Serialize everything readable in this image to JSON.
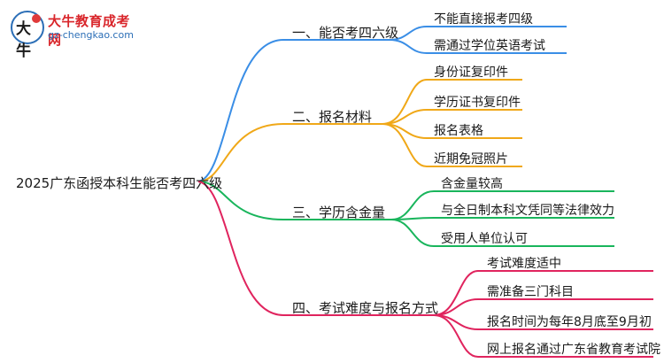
{
  "logo": {
    "name": "大牛教育成考网",
    "url": "gz-chengkao.com",
    "mark_glyph": "大牛"
  },
  "colors": {
    "branch1": "#3a8ee6",
    "branch2": "#f0a818",
    "branch3": "#19b55c",
    "branch4": "#e0245e"
  },
  "root": {
    "label": "2025广东函授本科生能否考四六级"
  },
  "branches": [
    {
      "label": "一、能否考四六级",
      "leaves": [
        "不能直接报考四级",
        "需通过学位英语考试"
      ]
    },
    {
      "label": "二、报名材料",
      "leaves": [
        "身份证复印件",
        "学历证书复印件",
        "报名表格",
        "近期免冠照片"
      ]
    },
    {
      "label": "三、学历含金量",
      "leaves": [
        "含金量较高",
        "与全日制本科文凭同等法律效力",
        "受用人单位认可"
      ]
    },
    {
      "label": "四、考试难度与报名方式",
      "leaves": [
        "考试难度适中",
        "需准备三门科目",
        "报名时间为每年8月底至9月初",
        "网上报名通过广东省教育考试院"
      ]
    }
  ]
}
